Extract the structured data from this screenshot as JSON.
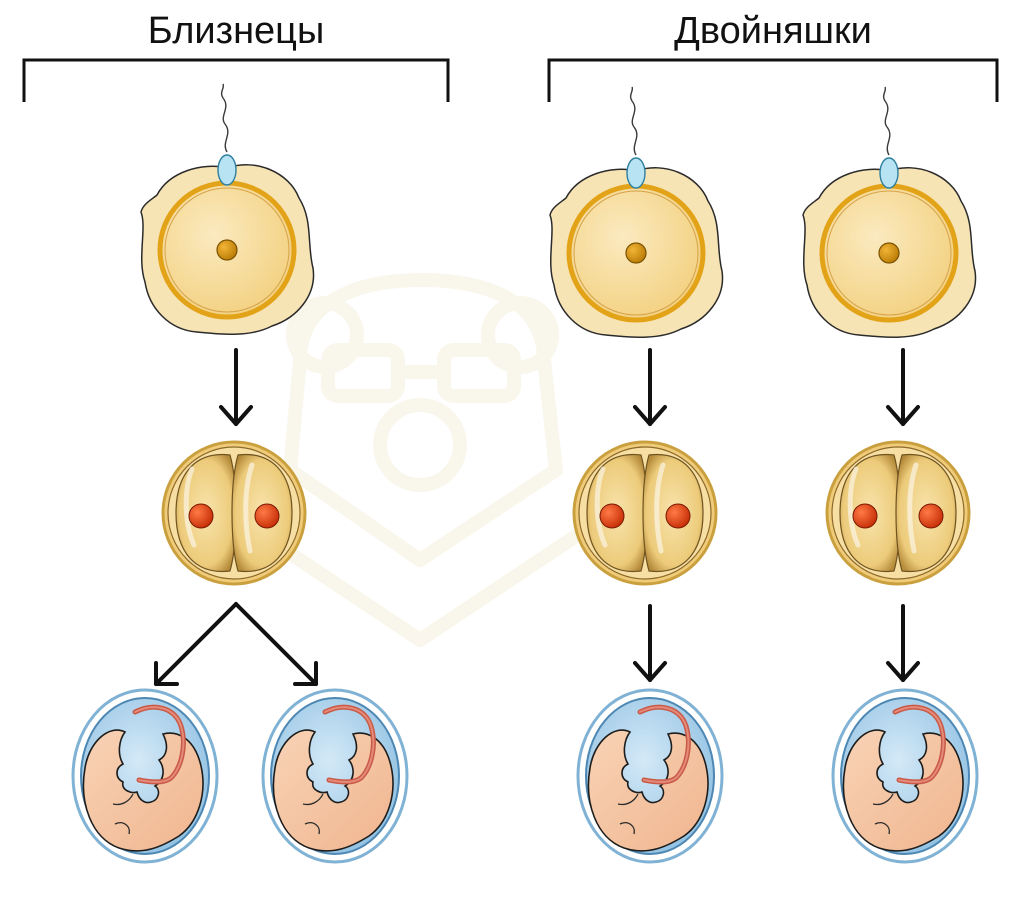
{
  "headings": {
    "identical": "Близнецы",
    "fraternal": "Двойняшки"
  },
  "colors": {
    "egg_fill": "#f6d992",
    "egg_ring": "#e2a318",
    "corona": "#f7e4b5",
    "nucleus": "#d99a0b",
    "sperm": "#b7e3f3",
    "cell_nucleus": "#d73a12",
    "amnion": "#a9d2ec",
    "embryo": "#f4c3a1",
    "cord": "#d86e5d"
  },
  "icons": {
    "egg": "fertilized-egg-icon",
    "sperm": "sperm-icon",
    "two_cell": "two-cell-zygote-icon",
    "embryo": "embryo-in-amniotic-sac-icon",
    "arrow": "down-arrow-icon",
    "watermark": "bear-with-glasses-logo"
  }
}
